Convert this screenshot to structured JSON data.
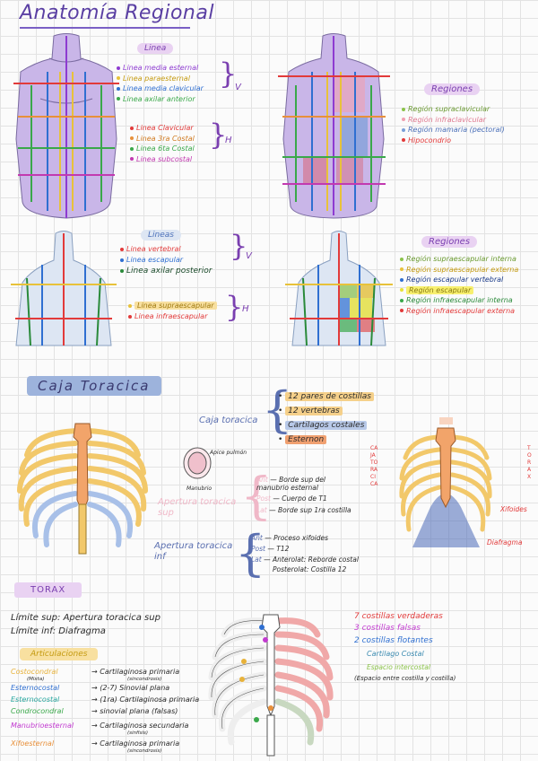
{
  "title": "Anatomía Regional",
  "section1": {
    "lineas_pill": "Linea",
    "v_items": [
      {
        "text": "Linea media esternal",
        "color": "#8e3bd1"
      },
      {
        "text": "Linea paraesternal",
        "color": "#e8c23a"
      },
      {
        "text": "Linea media clavicular",
        "color": "#2f6fd1"
      },
      {
        "text": "Linea axilar anterior",
        "color": "#3aa84a"
      }
    ],
    "h_items": [
      {
        "text": "Linea Clavicular",
        "color": "#e23a3a"
      },
      {
        "text": "Linea 3ra Costal",
        "color": "#e8903a"
      },
      {
        "text": "Linea 6ta Costal",
        "color": "#3aa84a"
      },
      {
        "text": "Linea subcostal",
        "color": "#c23ab0"
      }
    ],
    "v_label": "V",
    "h_label": "H",
    "regiones_pill": "Regiones",
    "regiones": [
      {
        "text": "Región supraclavicular",
        "color": "#8bc34a"
      },
      {
        "text": "Región infraclavicular",
        "color": "#f0a0b0"
      },
      {
        "text": "Región mamaria (pectoral)",
        "color": "#7a9fd8"
      },
      {
        "text": "Hipocondrio",
        "color": "#e23a3a"
      }
    ]
  },
  "section2": {
    "lineas_pill": "Lineas",
    "v_items": [
      {
        "text": "Linea vertebral",
        "color": "#e23a3a"
      },
      {
        "text": "Linea escapular",
        "color": "#2f6fd1"
      },
      {
        "text": "Linea axilar posterior",
        "color": "#2a8a3a"
      }
    ],
    "h_items": [
      {
        "text": "Linea supraescapular",
        "color": "#e8c23a"
      },
      {
        "text": "Linea infraescapular",
        "color": "#e23a3a"
      }
    ],
    "v_label": "V",
    "h_label": "H",
    "regiones_pill": "Regiones",
    "regiones": [
      {
        "text": "Región supraescapular interna",
        "color": "#8bc34a"
      },
      {
        "text": "Región supraescapular externa",
        "color": "#e8c23a"
      },
      {
        "text": "Región escapular vertebral",
        "color": "#2f6fd1"
      },
      {
        "text": "Región escapular",
        "color": "#e8e23a"
      },
      {
        "text": "Región infraescapular interna",
        "color": "#3aa84a"
      },
      {
        "text": "Región infraescapular externa",
        "color": "#e23a3a"
      }
    ]
  },
  "caja": {
    "pill": "Caja Toracica",
    "label": "Caja toracica",
    "items": [
      {
        "text": "12 pares de costillas",
        "color": "#f5d08a"
      },
      {
        "text": "12 vertebras",
        "color": "#f5d08a"
      },
      {
        "text": "Cartilagos costales",
        "color": "#b8c9e8"
      },
      {
        "text": "Esternon",
        "color": "#f0a070"
      }
    ],
    "diagram_labels": {
      "apice": "Apice pulmón",
      "manubrio": "Manubrio"
    },
    "ap_sup_label": "Apertura toracica sup",
    "ap_sup": [
      {
        "k": "Ant",
        "v": "Borde sup del manubrio esternal"
      },
      {
        "k": "Post",
        "v": "Cuerpo de T1"
      },
      {
        "k": "Lat",
        "v": "Borde sup 1ra costilla"
      }
    ],
    "ap_inf_label": "Apertura toracica inf",
    "ap_inf": [
      {
        "k": "Ant",
        "v": "Proceso xifoides"
      },
      {
        "k": "Post",
        "v": "T12"
      },
      {
        "k": "Lat",
        "v": "Anterolat: Reborde costal"
      },
      {
        "k": "",
        "v": "Posterolat: Costilla 12"
      }
    ],
    "side_label1": "CAJA TORACICA",
    "side_label2": "TORAX",
    "xifoides": "Xifoides",
    "diafragma": "Diafragma"
  },
  "torax": {
    "pill": "TORAX",
    "limite_sup": "Límite sup: Apertura toracica sup",
    "limite_inf": "Límite inf: Diafragma",
    "articulaciones_pill": "Articulaciones",
    "articulaciones": [
      {
        "name": "Costocondral",
        "sub": "(Mixta)",
        "color": "#e8b23a",
        "val": "Cartilaginosa primaria",
        "valsub": "(sincondrosis)"
      },
      {
        "name": "Esternocostal",
        "sub": "",
        "color": "#2f6fd1",
        "val": "(2-7) Sinovial plana",
        "valsub": ""
      },
      {
        "name": "Esternocostal",
        "sub": "",
        "color": "#2aa8a0",
        "val": "(1ra) Cartilaginosa primaria",
        "valsub": ""
      },
      {
        "name": "Condrocondral",
        "sub": "",
        "color": "#3aa84a",
        "val": "sinovial plana (falsas)",
        "valsub": ""
      },
      {
        "name": "Manubrioesternal",
        "sub": "",
        "color": "#c23ad0",
        "val": "Cartilaginosa secundaria",
        "valsub": "(sinfisis)"
      },
      {
        "name": "Xifoesternal",
        "sub": "",
        "color": "#e8903a",
        "val": "Cartilaginosa primaria",
        "valsub": "(sincondrosis)"
      }
    ],
    "costillas": [
      {
        "text": "7 costillas verdaderas",
        "color": "#e23a3a"
      },
      {
        "text": "3 costillas falsas",
        "color": "#c23ad0"
      },
      {
        "text": "2 costillas flotantes",
        "color": "#2f6fd1"
      },
      {
        "text": "Cartilago Costal",
        "color": "#3a8ab0"
      },
      {
        "text": "Espacio intercostal",
        "color": "#8bc34a"
      },
      {
        "text": "(Espacio entre costilla y costilla)",
        "color": "#2a2a2a"
      }
    ]
  }
}
